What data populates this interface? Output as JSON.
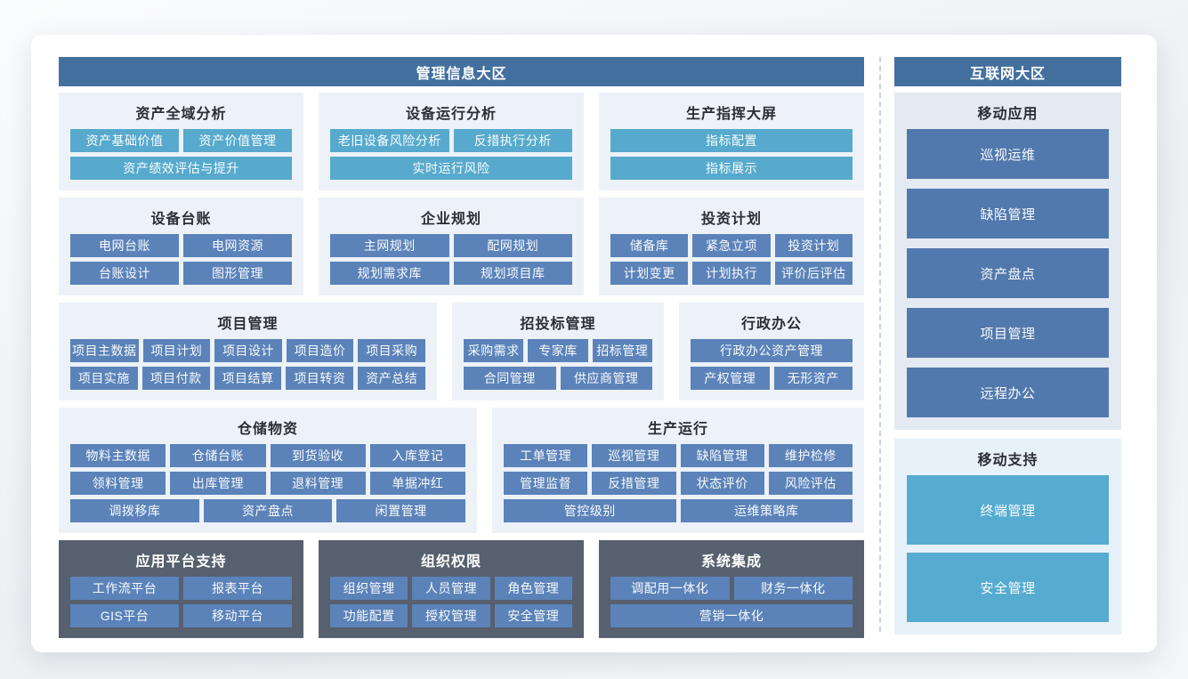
{
  "left_zone": {
    "title": "管理信息大区",
    "groups": [
      {
        "title": "资产全域分析",
        "rows": [
          [
            "资产基础价值",
            "资产价值管理"
          ],
          [
            "资产绩效评估与提升"
          ]
        ]
      },
      {
        "title": "设备运行分析",
        "rows": [
          [
            "老旧设备风险分析",
            "反措执行分析"
          ],
          [
            "实时运行风险"
          ]
        ]
      },
      {
        "title": "生产指挥大屏",
        "rows": [
          [
            "指标配置"
          ],
          [
            "指标展示"
          ]
        ]
      },
      {
        "title": "设备台账",
        "rows": [
          [
            "电网台账",
            "电网资源"
          ],
          [
            "台账设计",
            "图形管理"
          ]
        ]
      },
      {
        "title": "企业规划",
        "rows": [
          [
            "主网规划",
            "配网规划"
          ],
          [
            "规划需求库",
            "规划项目库"
          ]
        ]
      },
      {
        "title": "投资计划",
        "rows": [
          [
            "储备库",
            "紧急立项",
            "投资计划"
          ],
          [
            "计划变更",
            "计划执行",
            "评价后评估"
          ]
        ]
      },
      {
        "title": "项目管理",
        "rows": [
          [
            "项目主数据",
            "项目计划",
            "项目设计",
            "项目造价",
            "项目采购"
          ],
          [
            "项目实施",
            "项目付款",
            "项目结算",
            "项目转资",
            "资产总结"
          ]
        ]
      },
      {
        "title": "招投标管理",
        "rows": [
          [
            "采购需求",
            "专家库",
            "招标管理"
          ],
          [
            "合同管理",
            "供应商管理"
          ]
        ]
      },
      {
        "title": "行政办公",
        "rows": [
          [
            "行政办公资产管理"
          ],
          [
            "产权管理",
            "无形资产"
          ]
        ]
      },
      {
        "title": "仓储物资",
        "rows": [
          [
            "物料主数据",
            "仓储台账",
            "到货验收",
            "入库登记"
          ],
          [
            "领料管理",
            "出库管理",
            "退料管理",
            "单据冲红"
          ],
          [
            "调拨移库",
            "资产盘点",
            "闲置管理"
          ]
        ]
      },
      {
        "title": "生产运行",
        "rows": [
          [
            "工单管理",
            "巡视管理",
            "缺陷管理",
            "维护检修"
          ],
          [
            "管理监督",
            "反措管理",
            "状态评价",
            "风险评估"
          ],
          [
            "管控级别",
            "运维策略库"
          ]
        ]
      },
      {
        "title": "应用平台支持",
        "rows": [
          [
            "工作流平台",
            "报表平台"
          ],
          [
            "GIS平台",
            "移动平台"
          ]
        ]
      },
      {
        "title": "组织权限",
        "rows": [
          [
            "组织管理",
            "人员管理",
            "角色管理"
          ],
          [
            "功能配置",
            "授权管理",
            "安全管理"
          ]
        ]
      },
      {
        "title": "系统集成",
        "rows": [
          [
            "调配用一体化",
            "财务一体化"
          ],
          [
            "营销一体化"
          ]
        ]
      }
    ]
  },
  "right_zone": {
    "title": "互联网大区",
    "groups": [
      {
        "title": "移动应用",
        "rows": [
          [
            "巡视运维"
          ],
          [
            "缺陷管理"
          ],
          [
            "资产盘点"
          ],
          [
            "项目管理"
          ],
          [
            "远程办公"
          ]
        ]
      },
      {
        "title": "移动支持",
        "rows": [
          [
            "终端管理"
          ],
          [
            "安全管理"
          ]
        ]
      }
    ]
  },
  "colors": {
    "zone_header_bg": "#44709f",
    "light_group_bg": "#edf2f8",
    "dark_group_bg": "#57606e",
    "mobile_apps_bg": "#e4eaf2",
    "mobile_support_bg": "#e7f1f9",
    "teal": "#57aacd",
    "blue": "#5b83b9",
    "blue_deep": "#5279ad",
    "teal_bright": "#56abd1",
    "title_color": "#2b2e34",
    "divider": "#c9d1dc"
  }
}
